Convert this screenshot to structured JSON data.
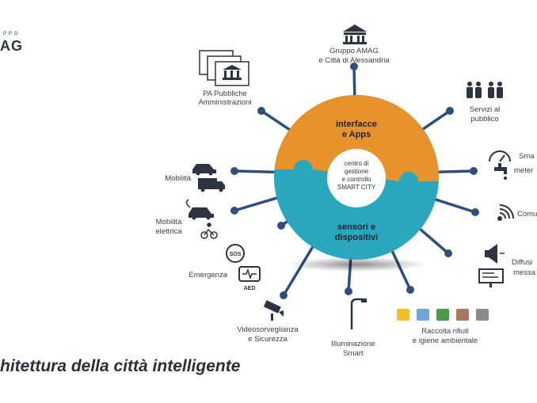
{
  "logo": {
    "small": "PPO",
    "big": "AG"
  },
  "title": "hitettura della città intelligente",
  "hub": {
    "top_line1": "interfacce",
    "top_line2": "e Apps",
    "center_line1": "centro di",
    "center_line2": "gestione",
    "center_line3": "e controllo",
    "center_line4": "SMART CITY",
    "bottom_line1": "sensori e",
    "bottom_line2": "dispositivi"
  },
  "nodes": {
    "amag_1": "Gruppo AMAG",
    "amag_2": "e Città di Alessandria",
    "pa_1": "PA Pubbliche",
    "pa_2": "Amministrazioni",
    "servizi_1": "Servizi al",
    "servizi_2": "pubblico",
    "smart_1": "Sma",
    "smart_2": "meter",
    "mobilita": "Mobilità",
    "mob_el_1": "Mobilità",
    "mob_el_2": "elettrica",
    "comu": "Comu",
    "emergenza": "Emergenza",
    "aed": "AED",
    "sos": "SOS",
    "diff_1": "Diffusi",
    "diff_2": "messa",
    "video_1": "Videosorveglianza",
    "video_2": "e Sicurezza",
    "illum_1": "Illuminazione",
    "illum_2": "Smart",
    "raccolta_1": "Raccolta rifiuti",
    "raccolta_2": "e igiene ambientale"
  },
  "colors": {
    "orange": "#e8922e",
    "teal": "#2aa6bd",
    "spoke": "#2f4f7a",
    "dark": "#2d3340",
    "bins": [
      "#f0c02a",
      "#6ea6d8",
      "#4a9a4a",
      "#a8785a",
      "#8a8a8a"
    ]
  }
}
